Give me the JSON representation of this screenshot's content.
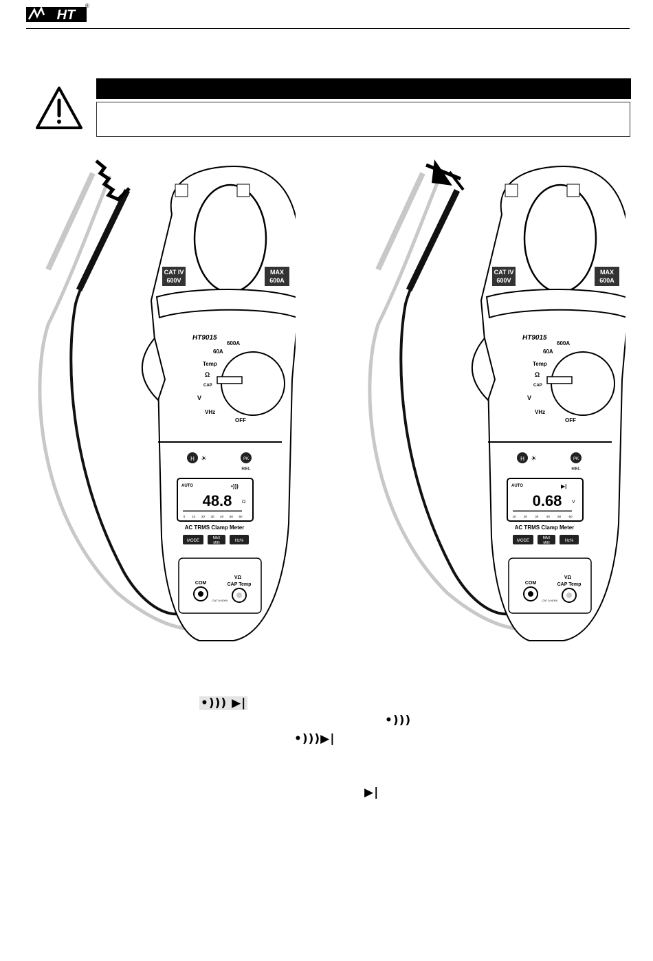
{
  "header": {
    "brand": "HT",
    "registered": "®"
  },
  "warning": {
    "icon": "warning-triangle-icon"
  },
  "meters": [
    {
      "model": "HT9015",
      "cat_label": [
        "CAT IV",
        "600V"
      ],
      "max_label": [
        "MAX",
        "600A"
      ],
      "range_labels": {
        "r600": "600A",
        "r60": "60A",
        "temp": "Temp",
        "ohm": "Ω",
        "cap": "CAP",
        "v": "V",
        "vhz": "VHz",
        "off": "OFF"
      },
      "buttons": {
        "h": "H",
        "pk": "PK",
        "rel": "REL",
        "mode": "MODE",
        "max": "MAX",
        "min": "MIN",
        "hz": "Hz%"
      },
      "display": {
        "auto": "AUTO",
        "reading": "48.8",
        "unit": "Ω",
        "flag": "•)))",
        "scale": [
          "0",
          "10",
          "20",
          "30",
          "40",
          "50",
          "60"
        ]
      },
      "brand_line": "AC TRMS Clamp Meter",
      "terminals": {
        "com": "COM",
        "vohm": "VΩ",
        "cap_temp": "CAP Temp",
        "cat_small": "CAT IV 600V"
      },
      "probe_icon": "buzzer-coil-icon"
    },
    {
      "model": "HT9015",
      "cat_label": [
        "CAT IV",
        "600V"
      ],
      "max_label": [
        "MAX",
        "600A"
      ],
      "range_labels": {
        "r600": "600A",
        "r60": "60A",
        "temp": "Temp",
        "ohm": "Ω",
        "cap": "CAP",
        "v": "V",
        "vhz": "VHz",
        "off": "OFF"
      },
      "buttons": {
        "h": "H",
        "pk": "PK",
        "rel": "REL",
        "mode": "MODE",
        "max": "MAX",
        "min": "MIN",
        "hz": "Hz%"
      },
      "display": {
        "auto": "AUTO",
        "reading": "0.68",
        "unit": "V",
        "flag": "▶|",
        "scale": [
          "10",
          "20",
          "30",
          "40",
          "50",
          "60"
        ]
      },
      "brand_line": "AC TRMS Clamp Meter",
      "terminals": {
        "com": "COM",
        "vohm": "VΩ",
        "cap_temp": "CAP Temp",
        "cat_small": "CAT IV 600V"
      },
      "probe_icon": "diode-icon"
    }
  ],
  "symbols": {
    "a": "•))) ▶|",
    "b": "•)))",
    "c": "•)))▶|",
    "d": "▶|"
  }
}
